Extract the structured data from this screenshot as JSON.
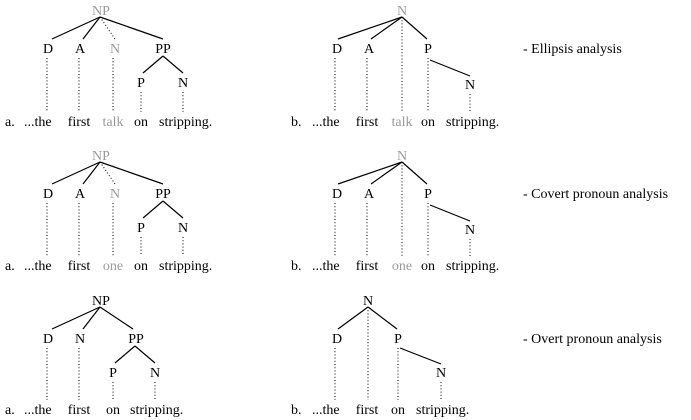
{
  "panel_labels": {
    "a": "a.",
    "b": "b."
  },
  "rows": [
    {
      "caption": "- Ellipsis analysis",
      "tree_a": {
        "root": "NP",
        "root_gray": true,
        "nodes": [
          "D",
          "A",
          "N",
          "PP",
          "P",
          "N"
        ],
        "gray_node": "N",
        "words": [
          "...the",
          "first",
          "talk",
          "on",
          "stripping."
        ],
        "gray_word": "talk"
      },
      "tree_b": {
        "root": "N",
        "root_gray": true,
        "nodes": [
          "D",
          "A",
          "P",
          "N"
        ],
        "words": [
          "...the",
          "first",
          "talk",
          "on",
          "stripping."
        ],
        "gray_word": "talk"
      }
    },
    {
      "caption": "- Covert pronoun analysis",
      "tree_a": {
        "root": "NP",
        "root_gray": true,
        "nodes": [
          "D",
          "A",
          "N",
          "PP",
          "P",
          "N"
        ],
        "gray_node": "N",
        "words": [
          "...the",
          "first",
          "one",
          "on",
          "stripping."
        ],
        "gray_word": "one"
      },
      "tree_b": {
        "root": "N",
        "root_gray": true,
        "nodes": [
          "D",
          "A",
          "P",
          "N"
        ],
        "words": [
          "...the",
          "first",
          "one",
          "on",
          "stripping."
        ],
        "gray_word": "one"
      }
    },
    {
      "caption": "- Overt pronoun analysis",
      "tree_a": {
        "root": "NP",
        "root_gray": false,
        "nodes": [
          "D",
          "N",
          "PP",
          "P",
          "N"
        ],
        "words": [
          "...the",
          "first",
          "on",
          "stripping."
        ]
      },
      "tree_b": {
        "root": "N",
        "root_gray": false,
        "nodes": [
          "D",
          "P",
          "N"
        ],
        "words": [
          "...the",
          "first",
          "on",
          "stripping."
        ]
      }
    }
  ]
}
